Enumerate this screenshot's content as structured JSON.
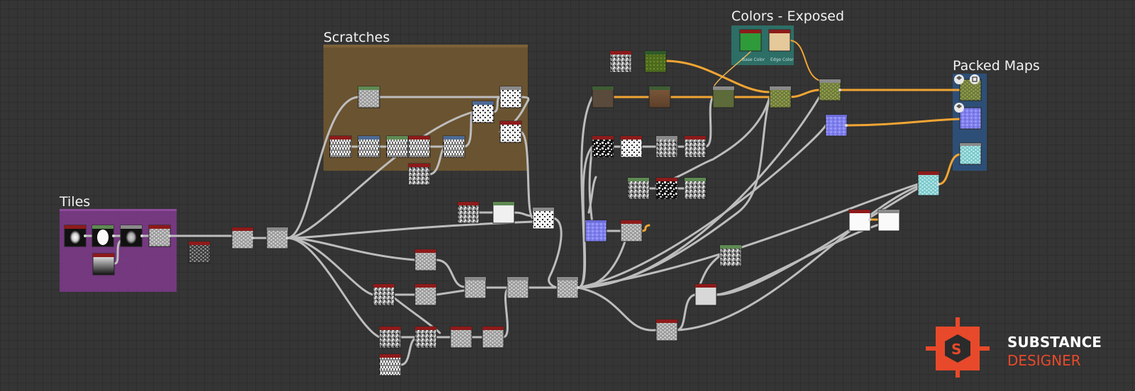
{
  "app": {
    "brand_line1": "SUBSTANCE",
    "brand_line2": "DESIGNER",
    "brand_color": "#e8492a"
  },
  "frames": {
    "tiles": "Tiles",
    "scratches": "Scratches",
    "colors_exposed": "Colors - Exposed",
    "packed_maps": "Packed Maps"
  },
  "exposed_colors": {
    "left_label": "Base Color",
    "right_label": "Edge Color",
    "left_color": "#2f9a3a",
    "right_color": "#e6c99a"
  },
  "colors": {
    "frame_tiles": "#7a3a86",
    "frame_scratches": "#6e5530",
    "frame_colors": "#2d6e66",
    "frame_packed": "#2d4f77",
    "wire": "#bdbdbd",
    "wire_color": "#f2a533",
    "node_header_red": "#8e1a1a",
    "node_header_green": "#5e8a52",
    "node_header_blue": "#4d6a94",
    "node_header_gray": "#8a8a8a"
  },
  "icons": {
    "substance_logo": "substance-logo-icon",
    "output_cube": "cube-icon",
    "output_export": "export-icon"
  }
}
